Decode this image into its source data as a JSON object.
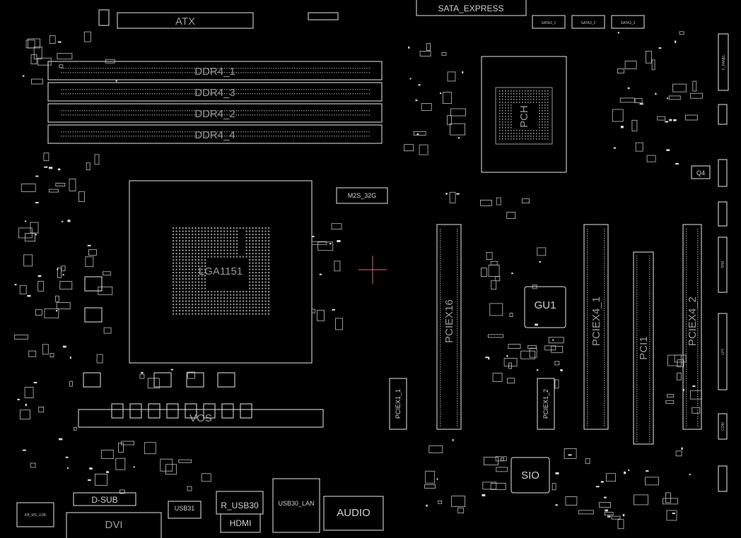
{
  "accent_color": "#e6e6e6",
  "label_color": "#9a9a9a",
  "cursor_color": "#d4688a",
  "board": {
    "power": {
      "atx": "ATX"
    },
    "storage": {
      "sata_express": "SATA_EXPRESS",
      "m2": "M2S_32G",
      "sata_ports": [
        "SATA3_1",
        "SATA3_2",
        "SATA3_3"
      ]
    },
    "memory": {
      "slots": [
        "DDR4_1",
        "DDR4_3",
        "DDR4_2",
        "DDR4_4"
      ]
    },
    "cpu": {
      "socket": "LGA1151"
    },
    "chipset": {
      "label": "PCH"
    },
    "slots": {
      "pciex16": "PCIEX16",
      "pciex4_1": "PCIEX4_1",
      "pci1": "PCI1",
      "pciex4_2": "PCIEX4_2",
      "pciex1_1": "PCIEX1_1",
      "pciex1_2": "PCIEX1_2"
    },
    "chips": {
      "gu1": "GU1",
      "sio": "SIO",
      "q4": "Q4",
      "vos": "VOS"
    },
    "rear_io": {
      "dsub": "D-SUB",
      "dvi": "DVI",
      "usb31": "USB31",
      "hdmi_r_usb30": "R_USB30",
      "hdmi": "HDMI",
      "usb_lan": "USB30_LAN",
      "audio": "AUDIO",
      "kb_ms_usb": "KB_MS_USB"
    },
    "headers": {
      "f_panel": "F_PANEL",
      "lpt": "LPT",
      "tpm": "TPM",
      "com": "COM"
    }
  }
}
